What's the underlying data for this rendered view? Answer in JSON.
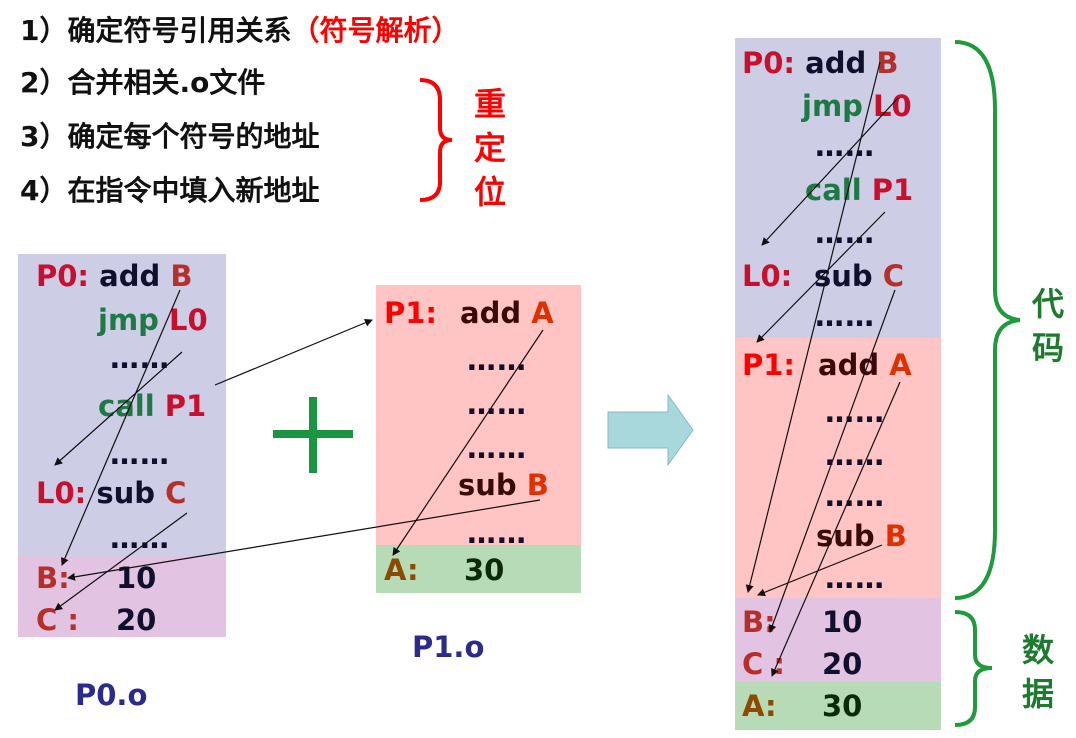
{
  "steps": [
    {
      "text": "1）确定符号引用关系",
      "note": "（符号解析）"
    },
    {
      "text": "2）合并相关.o文件"
    },
    {
      "text": "3）确定每个符号的地址"
    },
    {
      "text": "4）在指令中填入新地址"
    }
  ],
  "relocation_label": [
    "重",
    "定",
    "位"
  ],
  "p0": {
    "file": "P0.o",
    "code": [
      {
        "label": "P0:",
        "op": "add",
        "sym": "B"
      },
      {
        "op": "jmp",
        "sym": "L0"
      },
      {
        "dots": "……"
      },
      {
        "op": "call",
        "sym": "P1"
      },
      {
        "dots": "……"
      },
      {
        "label": "L0:",
        "op": "sub",
        "sym": "C"
      },
      {
        "dots": "……"
      }
    ],
    "data": [
      {
        "label": "B:",
        "value": "10"
      },
      {
        "label": "C :",
        "value": "20"
      }
    ]
  },
  "plus": "+",
  "p1": {
    "file": "P1.o",
    "code": [
      {
        "label": "P1:",
        "op": "add",
        "sym": "A"
      },
      {
        "dots": "……"
      },
      {
        "dots": "……"
      },
      {
        "dots": "……"
      },
      {
        "op": "sub",
        "sym": "B"
      },
      {
        "dots": "……"
      }
    ],
    "data": [
      {
        "label": "A:",
        "value": "30"
      }
    ]
  },
  "merged": {
    "code_label": [
      "代",
      "码"
    ],
    "data_label": [
      "数",
      "据"
    ]
  },
  "colors": {
    "code0": "#cdcde6",
    "data0": "#e2c4e2",
    "code1": "#ffc4c4",
    "data1": "#b6dbb6",
    "brace_green": "#1f9a3c",
    "brace_red": "#ff0000",
    "arrow": "#a8d8dc"
  }
}
